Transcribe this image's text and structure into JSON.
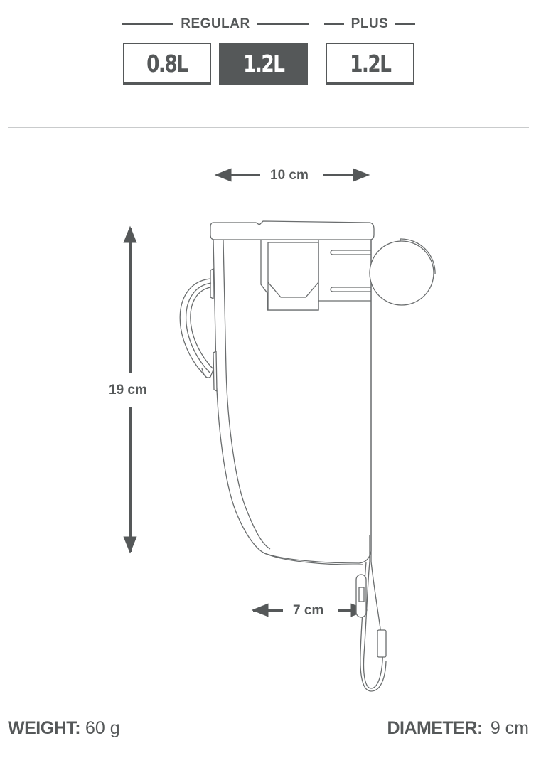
{
  "size_selector": {
    "groups": [
      {
        "label": "REGULAR"
      },
      {
        "label": "PLUS"
      }
    ],
    "options": [
      {
        "label": "0.8L",
        "group": "REGULAR",
        "selected": false
      },
      {
        "label": "1.2L",
        "group": "REGULAR",
        "selected": true
      },
      {
        "label": "1.2L",
        "group": "PLUS",
        "selected": false
      }
    ]
  },
  "diagram": {
    "subject": "bag-side-profile",
    "dimensions": {
      "width_top": "10 cm",
      "height": "19 cm",
      "width_bottom": "7 cm"
    }
  },
  "specs": {
    "weight": {
      "label": "WEIGHT:",
      "value": "60 g"
    },
    "diameter": {
      "label": "DIAMETER:",
      "value": "9 cm"
    }
  },
  "colors": {
    "primary": "#555859",
    "divider": "#c9cbcc",
    "background": "#ffffff",
    "selected_text": "#ffffff"
  }
}
